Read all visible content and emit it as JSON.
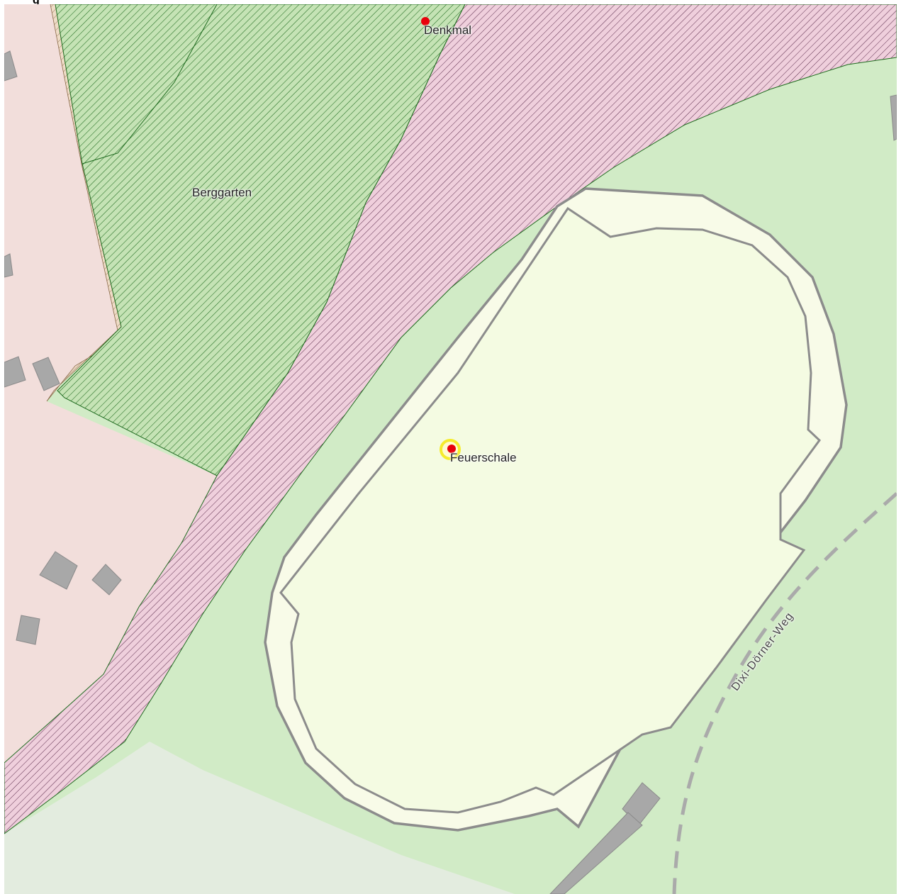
{
  "map": {
    "colors": {
      "background": "#d1ebc6",
      "residential": "#f2dedb",
      "garden_hatch": "#1f6b1f",
      "garden_fill": "#c5e3b5",
      "protected_hatch": "#5a2a4a",
      "protected_fill": "#efcfdc",
      "track_outer": "#f8fbe8",
      "track_inner": "#f4fbe2",
      "track_stroke": "#8c8c8c",
      "building": "#a8a8a8",
      "path_dash": "#aaaaaa",
      "poi_red": "#e8000b",
      "highlight": "#f5ec2c"
    },
    "corner_letter": "g",
    "labels": {
      "berggarten": "Berggarten",
      "denkmal": "Denkmal",
      "feuerschale": "Feuerschale",
      "road": "Dixi-Dörner-Weg"
    },
    "icons": {
      "poi": "red-dot-icon",
      "highlight": "yellow-ring-icon"
    }
  }
}
